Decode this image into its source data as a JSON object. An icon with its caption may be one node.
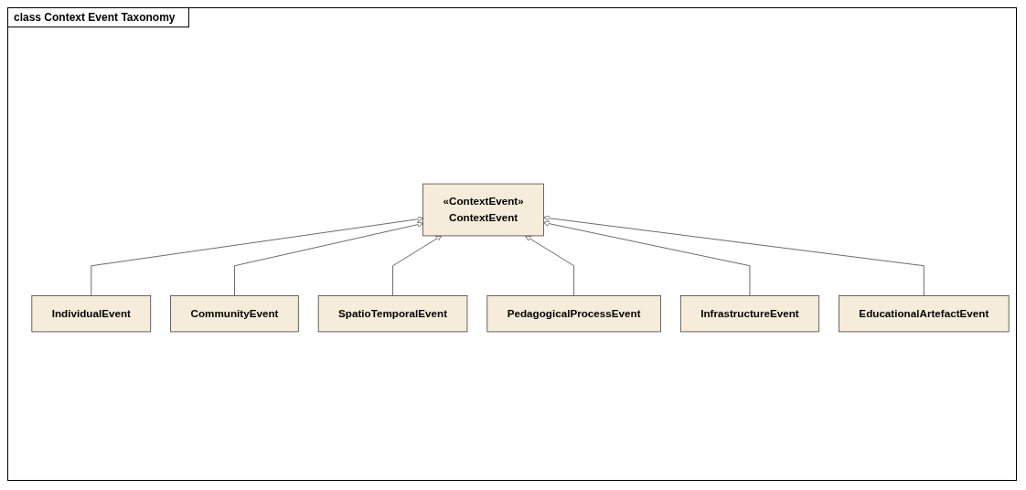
{
  "diagram": {
    "title": "class Context Event Taxonomy",
    "nodes": [
      {
        "text": [
          "«ContextEvent»",
          "ContextEvent"
        ]
      },
      {
        "text": [
          "IndividualEvent"
        ]
      },
      {
        "text": [
          "CommunityEvent"
        ]
      },
      {
        "text": [
          "SpatioTemporalEvent"
        ]
      },
      {
        "text": [
          "PedagogicalProcessEvent"
        ]
      },
      {
        "text": [
          "InfrastructureEvent"
        ]
      },
      {
        "text": [
          "EducationalArtefactEvent"
        ]
      }
    ],
    "edges": [
      {
        "from": 1,
        "to": 0,
        "arrow": "to"
      },
      {
        "from": 2,
        "to": 0,
        "arrow": "to"
      },
      {
        "from": 3,
        "to": 0,
        "arrow": "to"
      },
      {
        "from": 4,
        "to": 0,
        "arrow": "to"
      },
      {
        "from": 5,
        "to": 0,
        "arrow": "to"
      },
      {
        "from": 6,
        "to": 0,
        "arrow": "to"
      }
    ]
  }
}
